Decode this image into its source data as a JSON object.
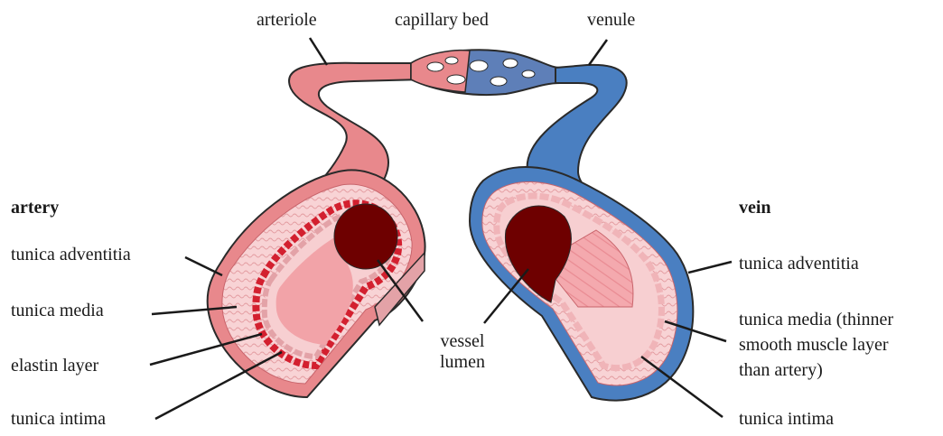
{
  "top_labels": {
    "arteriole": "arteriole",
    "capillary_bed": "capillary bed",
    "venule": "venule"
  },
  "artery": {
    "heading": "artery",
    "tunica_adventitia": "tunica adventitia",
    "tunica_media": "tunica media",
    "elastin_layer": "elastin layer",
    "tunica_intima": "tunica intima"
  },
  "vein": {
    "heading": "vein",
    "tunica_adventitia": "tunica adventitia",
    "tunica_media_line1": "tunica media (thinner",
    "tunica_media_line2": "smooth muscle layer",
    "tunica_media_line3": "than artery)",
    "tunica_intima": "tunica intima"
  },
  "center": {
    "vessel_line1": "vessel",
    "vessel_line2": "lumen"
  },
  "colors": {
    "artery_outer": "#e8888c",
    "artery_media": "#f6c9cb",
    "elastin": "#d3202f",
    "lumen": "#6e0000",
    "vein_outer": "#4a7fc1",
    "vein_inner": "#f2b9bd",
    "outline": "#2a2a2a"
  }
}
